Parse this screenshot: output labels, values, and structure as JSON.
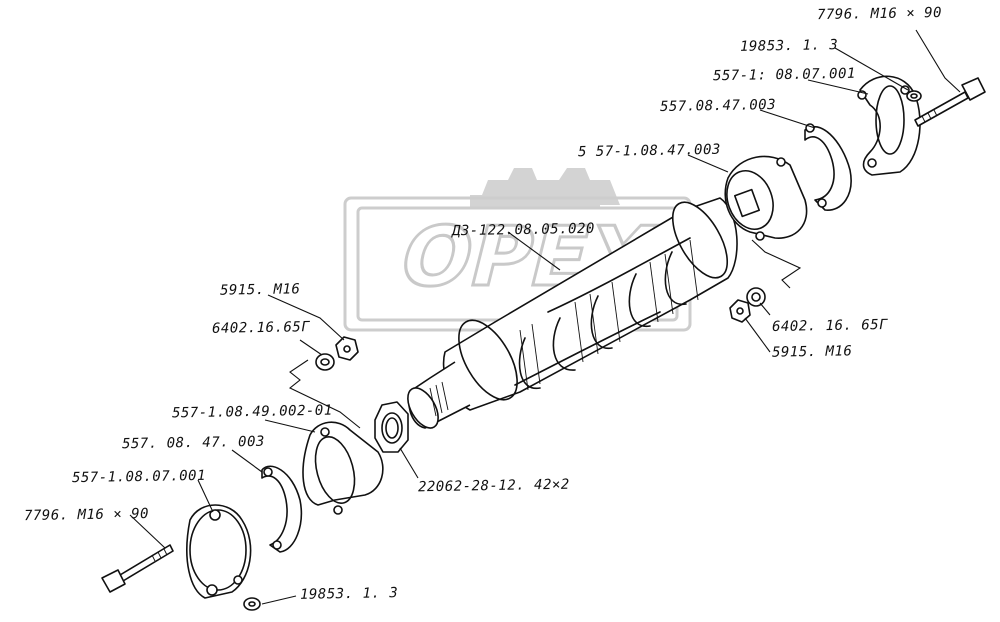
{
  "watermark": {
    "text": "ОРЕХ"
  },
  "labels": {
    "bolt_top_right": "7796. М16 × 90",
    "washer_top_right": "19853. 1. 3",
    "cap_right": "557-1: 08.07.001",
    "bearing_ring_right": "557.08.47.003",
    "housing_right": "5 57-1.08.47.003",
    "roller": "ДЗ-122.08.05.020",
    "nut_left": "5915. М16",
    "lockwasher_left": "6402.16.65Г",
    "lockwasher_right": "6402. 16. 65Г",
    "nut_right": "5915. М16",
    "housing_left": "557-1.08.49.002-01",
    "bearing_ring_left": "557. 08. 47. 003",
    "cap_left": "557-1.08.07.001",
    "bolt_left": "7796. М16 × 90",
    "shaft_nut": "22062-28-12. 42×2",
    "washer_bottom_left": "19853. 1. 3"
  }
}
